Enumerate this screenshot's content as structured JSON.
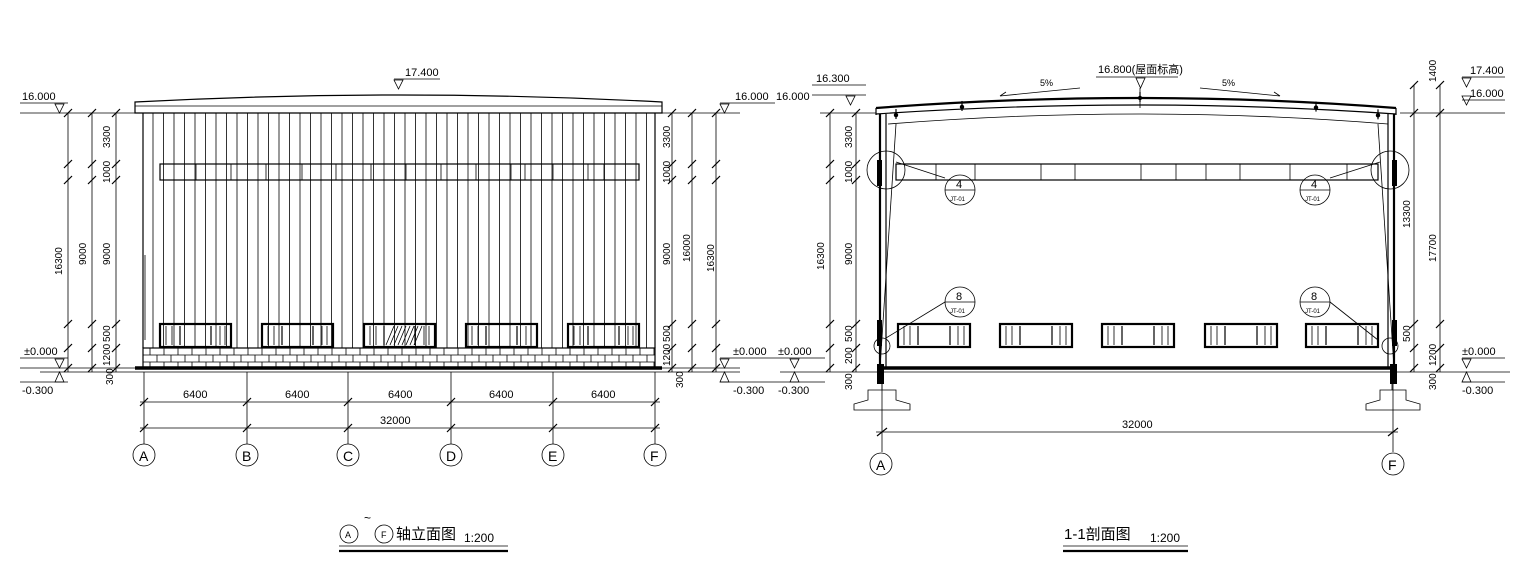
{
  "colors": {
    "ink": "#000000",
    "paper": "#ffffff"
  },
  "elevation": {
    "levels": {
      "ridge": "17.400",
      "eave": "16.000",
      "ground": "±0.000",
      "outdoor": "-0.300"
    },
    "left_dims": {
      "total": "16300",
      "d3300": "3300",
      "d1000": "1000",
      "d9000": "9000",
      "d500": "500",
      "d1200": "1200",
      "d300": "300"
    },
    "right_dims": {
      "d3300": "3300",
      "d1000": "1000",
      "d9000": "9000",
      "d500": "500",
      "d1200": "1200",
      "d300": "300",
      "d16000": "16000",
      "d16300": "16300"
    },
    "bays": [
      "6400",
      "6400",
      "6400",
      "6400",
      "6400"
    ],
    "total": "32000",
    "axes": [
      "A",
      "B",
      "C",
      "D",
      "E",
      "F"
    ],
    "caption": {
      "axis_from": "A",
      "tilde": "~",
      "axis_to": "F",
      "name": "轴立面图",
      "scale": "1:200"
    }
  },
  "section": {
    "ridge_label": "16.800(屋面标高)",
    "slope_left": "5%",
    "slope_right": "5%",
    "eave_left": "16.300",
    "left_levels": {
      "eave": "16.000",
      "ground": "±0.000",
      "outdoor": "-0.300"
    },
    "left_dims": {
      "d3300": "3300",
      "d1000": "1000",
      "d9000": "9000",
      "d500": "500",
      "d200": "200",
      "d300": "300",
      "total": "16300"
    },
    "right_levels": {
      "ridge": "17.400",
      "eave": "16.000",
      "ground": "±0.000",
      "outdoor": "-0.300"
    },
    "right_dims": {
      "d1400": "1400",
      "d13300": "13300",
      "d17700": "17700",
      "d500": "500",
      "d1200": "1200",
      "d300": "300"
    },
    "callouts": [
      {
        "num": "4",
        "ref": "JT-01"
      },
      {
        "num": "4",
        "ref": "JT-01"
      },
      {
        "num": "8",
        "ref": "JT-01"
      },
      {
        "num": "8",
        "ref": "JT-01"
      }
    ],
    "total": "32000",
    "axes": [
      "A",
      "F"
    ],
    "caption": {
      "name": "1-1剖面图",
      "scale": "1:200"
    }
  }
}
